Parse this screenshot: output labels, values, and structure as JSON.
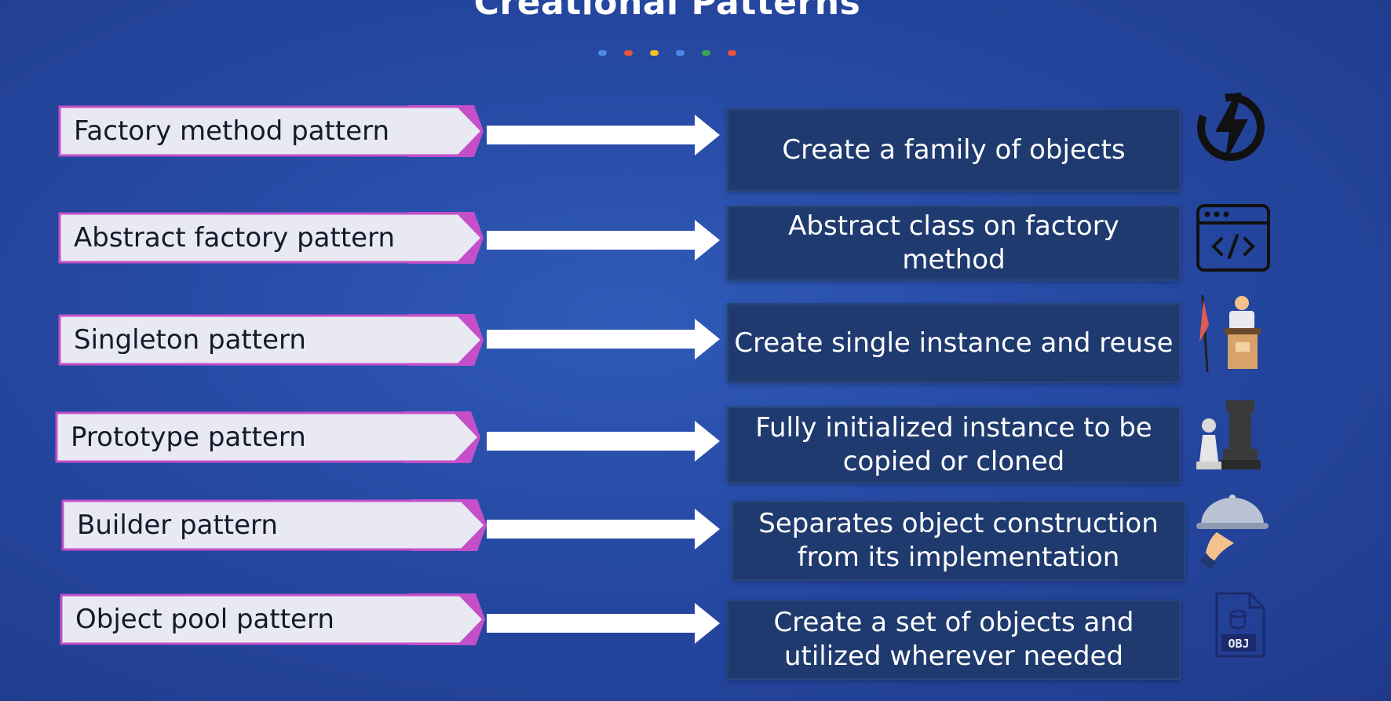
{
  "title": "Creational Patterns",
  "dot_colors": [
    "#4f86e8",
    "#e8553d",
    "#f2c21f",
    "#4f86e8",
    "#3aa655",
    "#e8553d"
  ],
  "colors": {
    "chevron_fill": "#e8e9f3",
    "chevron_border": "#c44fc9",
    "chevron_tip": "#c44fc9",
    "arrow": "#ffffff",
    "desc_bg": "#1f3a6e"
  },
  "rows": [
    {
      "pattern": "Factory method pattern",
      "description": "Create a family of objects",
      "icon": "lightning-icon"
    },
    {
      "pattern": "Abstract factory pattern",
      "description": "Abstract class on factory method",
      "icon": "code-window-icon"
    },
    {
      "pattern": "Singleton pattern",
      "description": "Create single instance and reuse",
      "icon": "speaker-podium-icon"
    },
    {
      "pattern": "Prototype pattern",
      "description": "Fully initialized instance to be copied or cloned",
      "icon": "chess-pieces-icon"
    },
    {
      "pattern": "Builder pattern",
      "description": "Separates object construction from its implementation",
      "icon": "serving-cloche-icon"
    },
    {
      "pattern": "Object pool pattern",
      "description": "Create a set of objects and utilized wherever needed",
      "icon": "obj-file-icon",
      "icon_label": "OBJ"
    }
  ]
}
